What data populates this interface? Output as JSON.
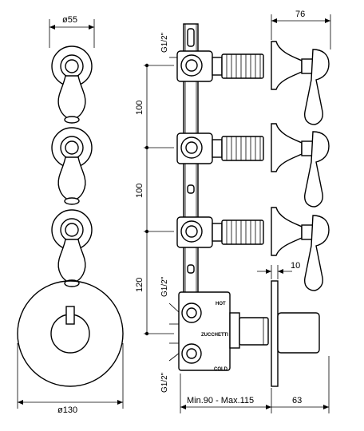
{
  "drawing": {
    "front_view": {
      "top_diameter": "ø55",
      "bottom_diameter": "ø130"
    },
    "side_view": {
      "spacing_1": "100",
      "spacing_2": "100",
      "spacing_3": "120",
      "thread_top": "G1/2\"",
      "thread_mid": "G1/2\"",
      "thread_bottom": "G1/2\"",
      "depth_range": "Min.90 - Max.115",
      "handle_depth": "76",
      "plate_thickness": "10",
      "body_depth": "63",
      "hot_label": "HOT",
      "cold_label": "COLD",
      "brand_label": "ZUCCHETTI"
    }
  }
}
